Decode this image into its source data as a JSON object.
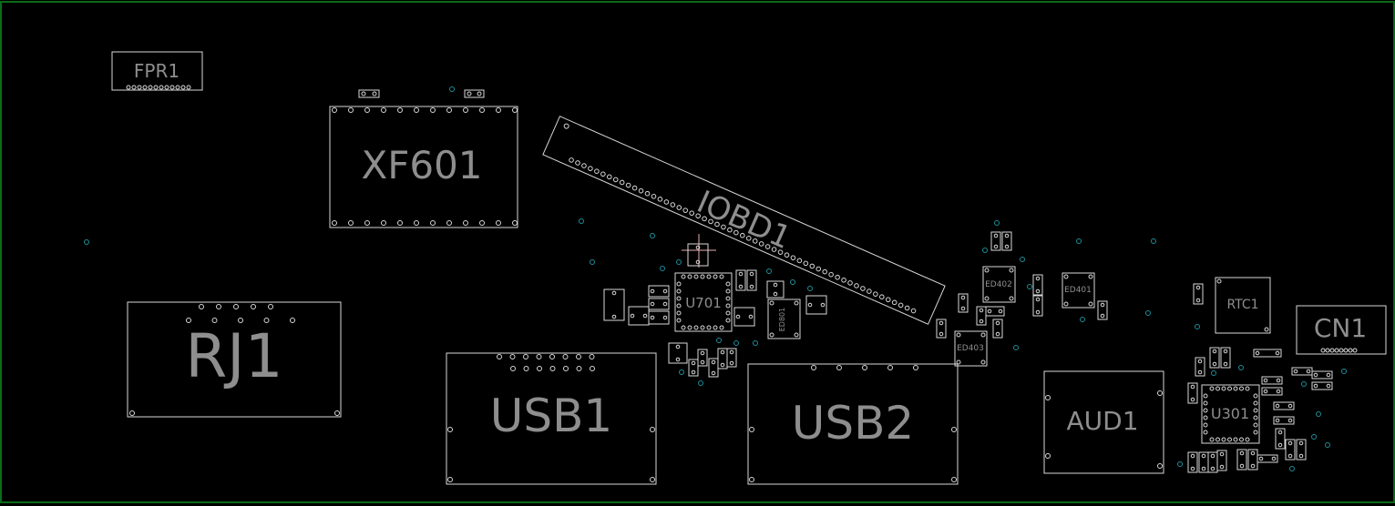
{
  "colors": {
    "background": "#000000",
    "board_outline": "#0b6b1a",
    "silkscreen": "#d8d8d8",
    "label": "#8e8e8e",
    "via": "#1d8f9a",
    "crosshair": "#e8b0b0"
  },
  "components": {
    "fpr1": "FPR1",
    "xf601": "XF601",
    "iobd1": "IOBD1",
    "rj1": "RJ1",
    "usb1": "USB1",
    "usb2": "USB2",
    "u701": "U701",
    "ed801": "ED801",
    "ed402": "ED402",
    "ed401": "ED401",
    "ed403": "ED403",
    "rtc1": "RTC1",
    "cn1": "CN1",
    "aud1": "AUD1",
    "u301": "U301"
  }
}
